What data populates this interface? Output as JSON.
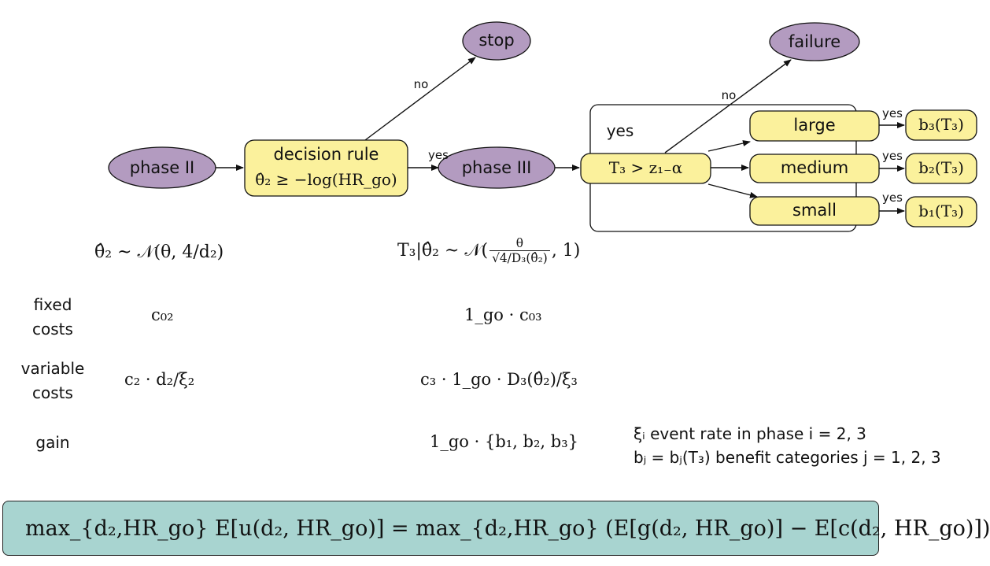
{
  "nodes": {
    "phase2": "phase II",
    "decision_line1": "decision rule",
    "decision_line2": "θ̂₂ ≥ −log(HR_go)",
    "phase3": "phase III",
    "stop": "stop",
    "failure": "failure",
    "test": "T₃ > z₁₋α",
    "large": "large",
    "medium": "medium",
    "small": "small",
    "b3": "b₃(T₃)",
    "b2": "b₂(T₃)",
    "b1": "b₁(T₃)"
  },
  "edge_labels": {
    "no_stop": "no",
    "yes_phase3": "yes",
    "yes_box": "yes",
    "no_failure": "no",
    "yes_large": "yes",
    "yes_medium": "yes",
    "yes_small": "yes"
  },
  "distributions": {
    "phase2": "θ̂₂ ~ 𝒩(θ, 4/d₂)",
    "phase3_lhs": "T₃|θ̂₂ ~ 𝒩(",
    "phase3_num": "θ",
    "phase3_den": "√4/D₃(θ̂₂)",
    "phase3_rhs": ", 1)"
  },
  "rows": [
    {
      "label": "fixed costs",
      "phase2": "c₀₂",
      "phase3": "1_go · c₀₃"
    },
    {
      "label": "variable costs",
      "phase2": "c₂ · d₂/ξ₂",
      "phase3": "c₃ · 1_go · D₃(θ̂₂)/ξ₃"
    },
    {
      "label": "gain",
      "phase2": "",
      "phase3": "1_go · {b₁, b₂, b₃}"
    }
  ],
  "notes": [
    "ξᵢ event rate in phase i = 2, 3",
    "bⱼ = bⱼ(T₃) benefit categories j = 1, 2, 3"
  ],
  "formula": "max_{d₂,HR_go} E[u(d₂, HR_go)] = max_{d₂,HR_go} (E[g(d₂, HR_go)] − E[c(d₂, HR_go)])",
  "colors": {
    "ellipse_fill": "#b39bc0",
    "box_fill": "#fbf19c",
    "formula_fill": "#a8d4d0"
  }
}
